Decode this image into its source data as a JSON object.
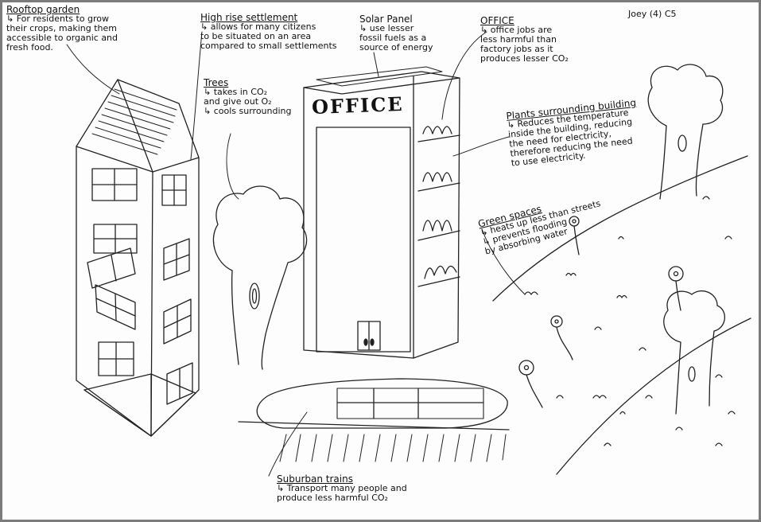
{
  "author": "Joey (4) C5",
  "signs": {
    "office": "OFFICE"
  },
  "arrow": "↳",
  "notes": {
    "rooftop": {
      "title": "Rooftop garden",
      "line1": "For residents to grow",
      "line2": "their crops, making them",
      "line3": "accessible to organic and",
      "line4": "fresh food."
    },
    "highrise": {
      "title": "High rise settlement",
      "line1": "allows for many citizens",
      "line2": "to be situated on an area",
      "line3": "compared to small settlements"
    },
    "trees": {
      "title": "Trees",
      "line1": "takes in CO₂",
      "line2": "and give out O₂",
      "line3": "cools surrounding"
    },
    "solar": {
      "title": "Solar Panel",
      "line1": "use lesser",
      "line2": "fossil fuels as a",
      "line3": "source of energy"
    },
    "office": {
      "title": "OFFICE",
      "line1": "office jobs are",
      "line2": "less harmful than",
      "line3": "factory jobs as it",
      "line4": "produces lesser CO₂"
    },
    "plants": {
      "title": "Plants surrounding building",
      "line1": "Reduces the temperature",
      "line2": "inside the building, reducing",
      "line3": "the need for electricity,",
      "line4": "therefore reducing the need",
      "line5": "to use electricity."
    },
    "green": {
      "title": "Green spaces",
      "line1": "heats up less than streets",
      "line2": "prevents flooding",
      "line3": "by absorbing water"
    },
    "trains": {
      "title": "Suburban trains",
      "line1": "Transport many people and",
      "line2": "produce less harmful CO₂"
    }
  }
}
